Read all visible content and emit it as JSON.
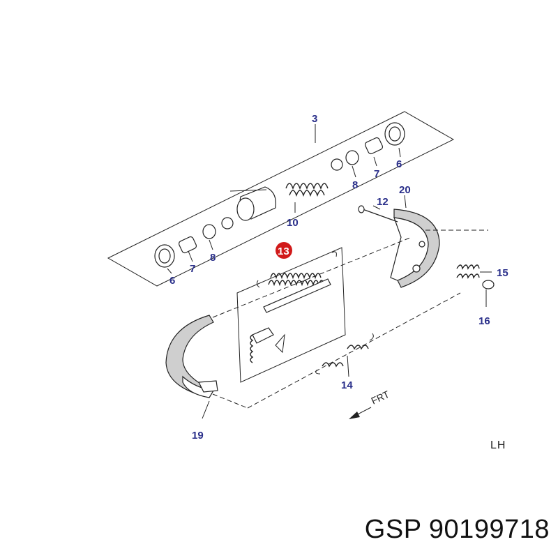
{
  "callouts": {
    "c3": "3",
    "c6_right": "6",
    "c7_right": "7",
    "c8_right": "8",
    "c10": "10",
    "c12": "12",
    "c20": "20",
    "c13": "13",
    "c15": "15",
    "c16": "16",
    "c6_left": "6",
    "c7_left": "7",
    "c8_left": "8",
    "c14": "14",
    "c19": "19"
  },
  "direction_label": "FRT",
  "side_label": "LH",
  "caption": "GSP 90199718",
  "colors": {
    "callout_text": "#2a2f8a",
    "highlight_badge": "#d11a1a",
    "line": "#222222"
  }
}
